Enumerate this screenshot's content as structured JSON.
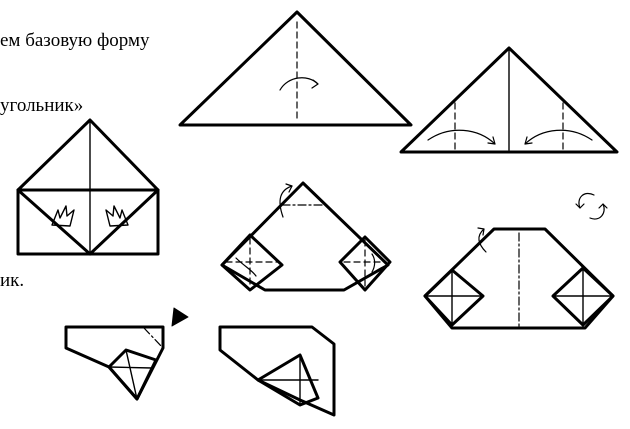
{
  "text": {
    "line1": "ем базовую форму",
    "line2": "угольник»",
    "line3": "ик."
  },
  "colors": {
    "ink": "#000000",
    "paper": "#ffffff"
  },
  "icons": [
    "rotate-over-icon"
  ]
}
